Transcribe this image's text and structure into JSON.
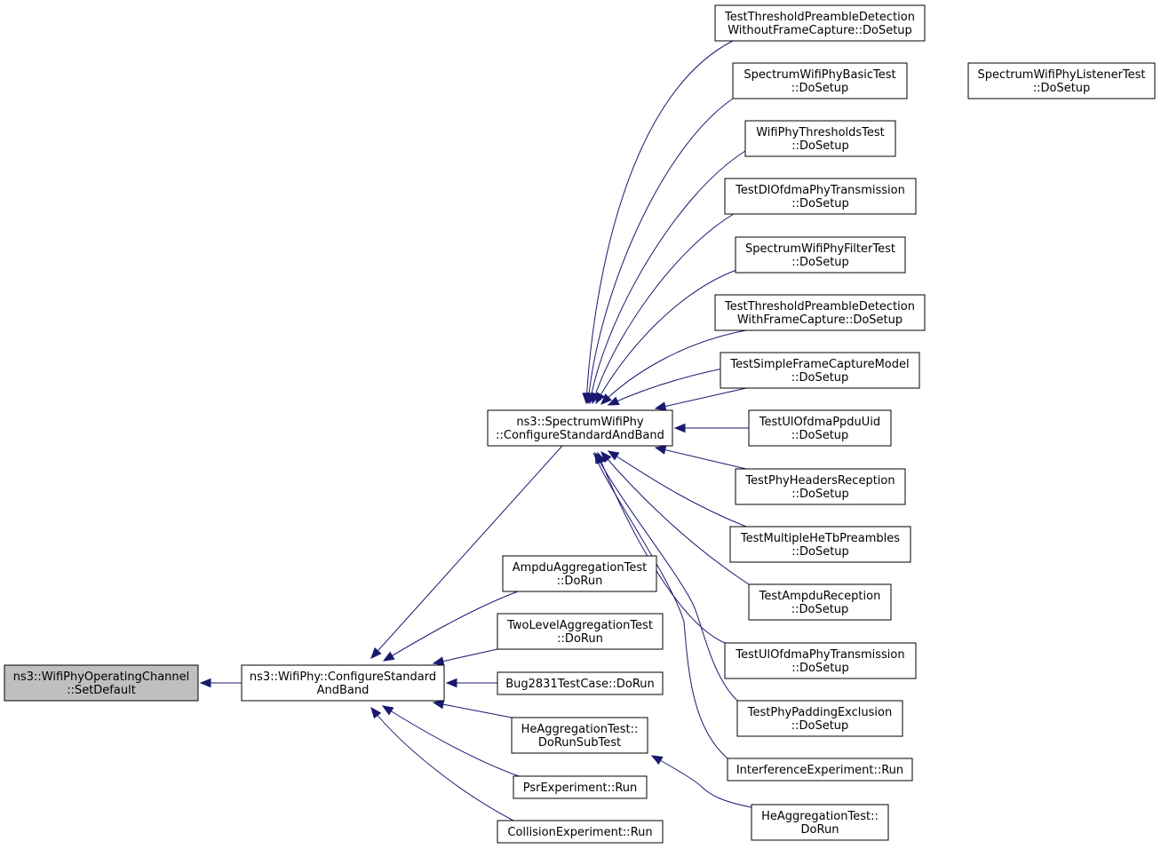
{
  "colors": {
    "edge": "#191970",
    "node_border": "#000000",
    "node_fill": "#ffffff",
    "root_fill": "#bfbfbf"
  },
  "nodes": [
    {
      "id": "root",
      "lines": [
        "ns3::WifiPhyOperatingChannel",
        "::SetDefault"
      ],
      "highlighted": true
    },
    {
      "id": "wifiphy",
      "lines": [
        "ns3::WifiPhy::ConfigureStandard",
        "AndBand"
      ]
    },
    {
      "id": "spectrum",
      "lines": [
        "ns3::SpectrumWifiPhy",
        "::ConfigureStandardAndBand"
      ]
    },
    {
      "id": "ampdu_agg",
      "lines": [
        "AmpduAggregationTest",
        "::DoRun"
      ]
    },
    {
      "id": "twolevel",
      "lines": [
        "TwoLevelAggregationTest",
        "::DoRun"
      ]
    },
    {
      "id": "bug2831",
      "lines": [
        "Bug2831TestCase::DoRun"
      ]
    },
    {
      "id": "he_subtest",
      "lines": [
        "HeAggregationTest::",
        "DoRunSubTest"
      ]
    },
    {
      "id": "psr",
      "lines": [
        "PsrExperiment::Run"
      ]
    },
    {
      "id": "collision",
      "lines": [
        "CollisionExperiment::Run"
      ]
    },
    {
      "id": "he_dorun",
      "lines": [
        "HeAggregationTest::",
        "DoRun"
      ]
    },
    {
      "id": "thr_without",
      "lines": [
        "TestThresholdPreambleDetection",
        "WithoutFrameCapture::DoSetup"
      ]
    },
    {
      "id": "basic",
      "lines": [
        "SpectrumWifiPhyBasicTest",
        "::DoSetup"
      ]
    },
    {
      "id": "listener",
      "lines": [
        "SpectrumWifiPhyListenerTest",
        "::DoSetup"
      ]
    },
    {
      "id": "thresholds",
      "lines": [
        "WifiPhyThresholdsTest",
        "::DoSetup"
      ]
    },
    {
      "id": "dl_ofdma",
      "lines": [
        "TestDlOfdmaPhyTransmission",
        "::DoSetup"
      ]
    },
    {
      "id": "filter",
      "lines": [
        "SpectrumWifiPhyFilterTest",
        "::DoSetup"
      ]
    },
    {
      "id": "thr_with",
      "lines": [
        "TestThresholdPreambleDetection",
        "WithFrameCapture::DoSetup"
      ]
    },
    {
      "id": "simple_capture",
      "lines": [
        "TestSimpleFrameCaptureModel",
        "::DoSetup"
      ]
    },
    {
      "id": "ul_ppdu_uid",
      "lines": [
        "TestUlOfdmaPpduUid",
        "::DoSetup"
      ]
    },
    {
      "id": "phy_headers",
      "lines": [
        "TestPhyHeadersReception",
        "::DoSetup"
      ]
    },
    {
      "id": "multi_hetb",
      "lines": [
        "TestMultipleHeTbPreambles",
        "::DoSetup"
      ]
    },
    {
      "id": "ampdu_rx",
      "lines": [
        "TestAmpduReception",
        "::DoSetup"
      ]
    },
    {
      "id": "ul_ofdma_tx",
      "lines": [
        "TestUlOfdmaPhyTransmission",
        "::DoSetup"
      ]
    },
    {
      "id": "padding",
      "lines": [
        "TestPhyPaddingExclusion",
        "::DoSetup"
      ]
    },
    {
      "id": "interference",
      "lines": [
        "InterferenceExperiment::Run"
      ]
    }
  ],
  "edges": [
    {
      "from": "root",
      "to": "wifiphy"
    },
    {
      "from": "wifiphy",
      "to": "spectrum"
    },
    {
      "from": "wifiphy",
      "to": "ampdu_agg"
    },
    {
      "from": "wifiphy",
      "to": "twolevel"
    },
    {
      "from": "wifiphy",
      "to": "bug2831"
    },
    {
      "from": "wifiphy",
      "to": "he_subtest"
    },
    {
      "from": "wifiphy",
      "to": "psr"
    },
    {
      "from": "wifiphy",
      "to": "collision"
    },
    {
      "from": "he_subtest",
      "to": "he_dorun"
    },
    {
      "from": "spectrum",
      "to": "thr_without"
    },
    {
      "from": "spectrum",
      "to": "basic"
    },
    {
      "from": "spectrum",
      "to": "thresholds"
    },
    {
      "from": "spectrum",
      "to": "dl_ofdma"
    },
    {
      "from": "spectrum",
      "to": "filter"
    },
    {
      "from": "spectrum",
      "to": "thr_with"
    },
    {
      "from": "spectrum",
      "to": "simple_capture"
    },
    {
      "from": "spectrum",
      "to": "ul_ppdu_uid"
    },
    {
      "from": "spectrum",
      "to": "phy_headers"
    },
    {
      "from": "spectrum",
      "to": "multi_hetb"
    },
    {
      "from": "spectrum",
      "to": "ampdu_rx"
    },
    {
      "from": "spectrum",
      "to": "ul_ofdma_tx"
    },
    {
      "from": "spectrum",
      "to": "padding"
    },
    {
      "from": "spectrum",
      "to": "interference"
    },
    {
      "from": "basic",
      "to": "listener"
    }
  ]
}
